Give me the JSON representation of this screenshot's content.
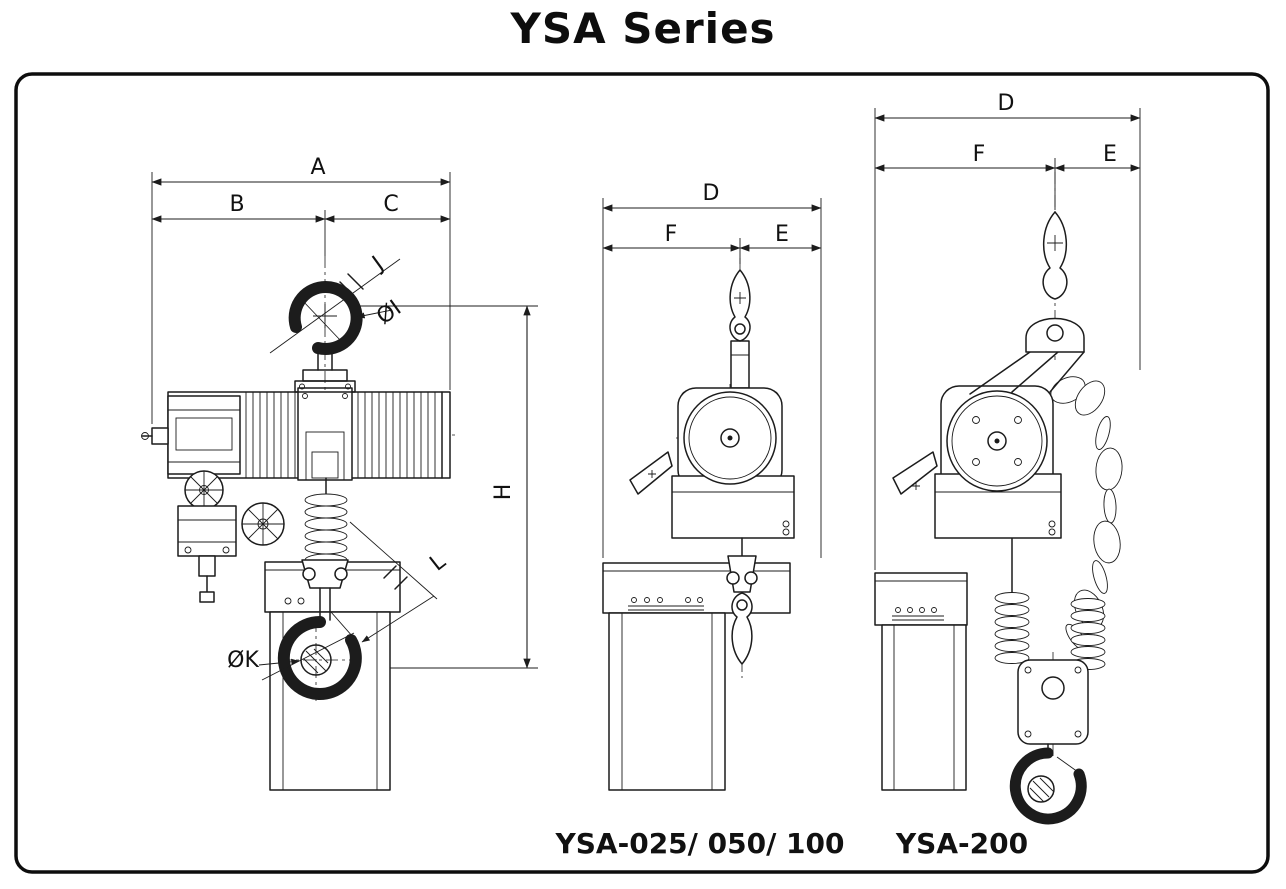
{
  "page": {
    "title": "YSA Series"
  },
  "views": {
    "front": {
      "labels": {
        "a": "A",
        "b": "B",
        "c": "C",
        "j": "J",
        "i": "ØI",
        "h": "H",
        "l": "L",
        "k": "ØK"
      }
    },
    "side_small": {
      "labels": {
        "d": "D",
        "f": "F",
        "e": "E"
      },
      "caption": "YSA-025/ 050/ 100"
    },
    "side_large": {
      "labels": {
        "d": "D",
        "f": "F",
        "e": "E"
      },
      "caption": "YSA-200"
    }
  }
}
